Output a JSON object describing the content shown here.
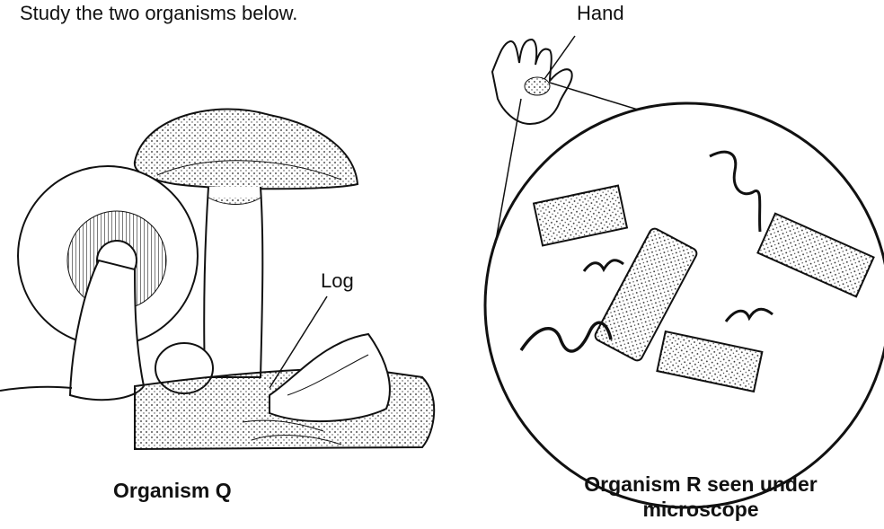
{
  "instruction": "Study the two organisms below.",
  "labels": {
    "hand": "Hand",
    "log": "Log"
  },
  "captions": {
    "organism_q": "Organism Q",
    "organism_r_line1": "Organism R seen under",
    "organism_r_line2": "microscope"
  },
  "colors": {
    "ink": "#111111",
    "background": "#ffffff"
  }
}
